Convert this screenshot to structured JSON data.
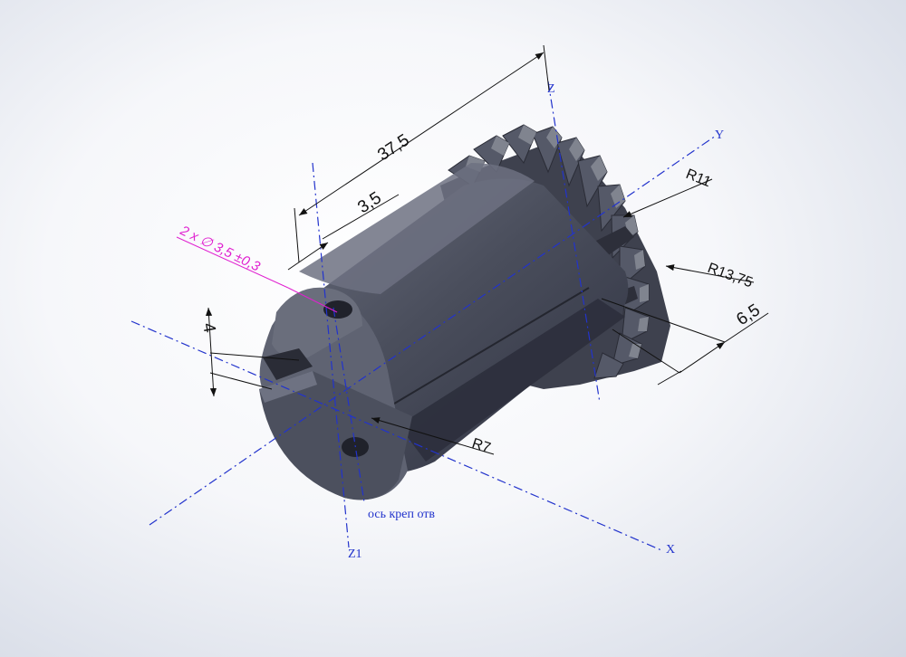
{
  "colors": {
    "part_dark": "#3a3d48",
    "part_mid": "#5c6070",
    "part_light": "#7c8090",
    "axis": "#2233cc",
    "dimension": "#111111",
    "note": "#e020d0"
  },
  "axes": {
    "x_label": "X",
    "y_label": "Y",
    "z_label": "Z",
    "z1_label": "Z1"
  },
  "dimensions": {
    "length_total": "37,5",
    "hole_offset": "3,5",
    "radius_root": "R11",
    "radius_tip": "R13,75",
    "tooth_width": "6,5",
    "radius_shaft": "R7",
    "slot_width": "4"
  },
  "hole_note": "2 x ∅ 3,5 ±0,3",
  "annotation_axis": "ось креп отв"
}
